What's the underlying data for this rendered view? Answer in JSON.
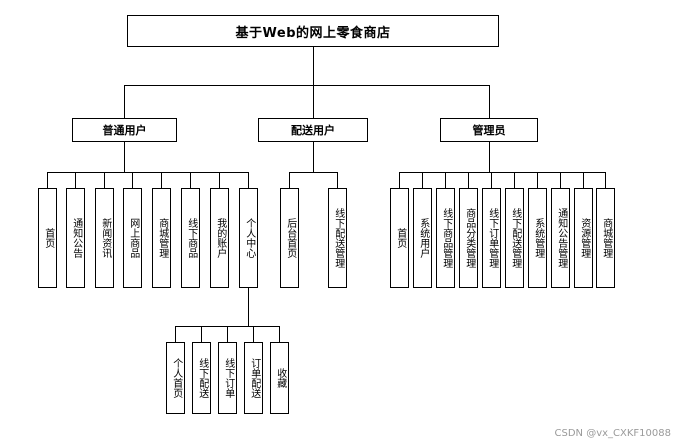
{
  "diagram": {
    "root": {
      "label": "基于Web的网上零食商店"
    },
    "branches": [
      {
        "label": "普通用户",
        "children": [
          {
            "label": "首页"
          },
          {
            "label": "通知公告"
          },
          {
            "label": "新闻资讯"
          },
          {
            "label": "网上商品"
          },
          {
            "label": "商城管理"
          },
          {
            "label": "线下商品"
          },
          {
            "label": "我的账户"
          },
          {
            "label": "个人中心"
          }
        ]
      },
      {
        "label": "配送用户",
        "children": [
          {
            "label": "后台首页"
          },
          {
            "label": "线下配送管理"
          }
        ]
      },
      {
        "label": "管理员",
        "children": [
          {
            "label": "首页"
          },
          {
            "label": "系统用户"
          },
          {
            "label": "线下商品管理"
          },
          {
            "label": "商品分类管理"
          },
          {
            "label": "线下订单管理"
          },
          {
            "label": "线下配送管理"
          },
          {
            "label": "系统管理"
          },
          {
            "label": "通知公告管理"
          },
          {
            "label": "资源管理"
          },
          {
            "label": "商城管理"
          }
        ]
      }
    ],
    "sub_branch": {
      "parent": "个人中心",
      "children": [
        {
          "label": "个人首页"
        },
        {
          "label": "线下配送"
        },
        {
          "label": "线下订单"
        },
        {
          "label": "订单配送"
        },
        {
          "label": "收藏"
        }
      ]
    }
  },
  "watermark": {
    "text": "CSDN @vx_CXKF10088"
  }
}
